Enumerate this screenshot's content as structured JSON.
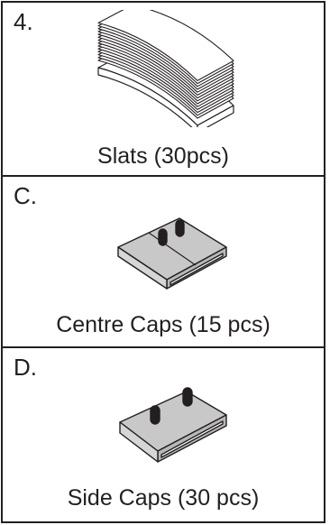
{
  "panels": [
    {
      "index": "4.",
      "caption": "Slats (30pcs)",
      "illustration": "slats-stack-icon"
    },
    {
      "index": "C.",
      "caption": "Centre Caps (15 pcs)",
      "illustration": "centre-cap-icon"
    },
    {
      "index": "D.",
      "caption": "Side Caps (30 pcs)",
      "illustration": "side-cap-icon"
    }
  ],
  "colors": {
    "line": "#231f20",
    "cap_fill": "#c8c8c8",
    "cap_dark": "#a9a9a9"
  }
}
